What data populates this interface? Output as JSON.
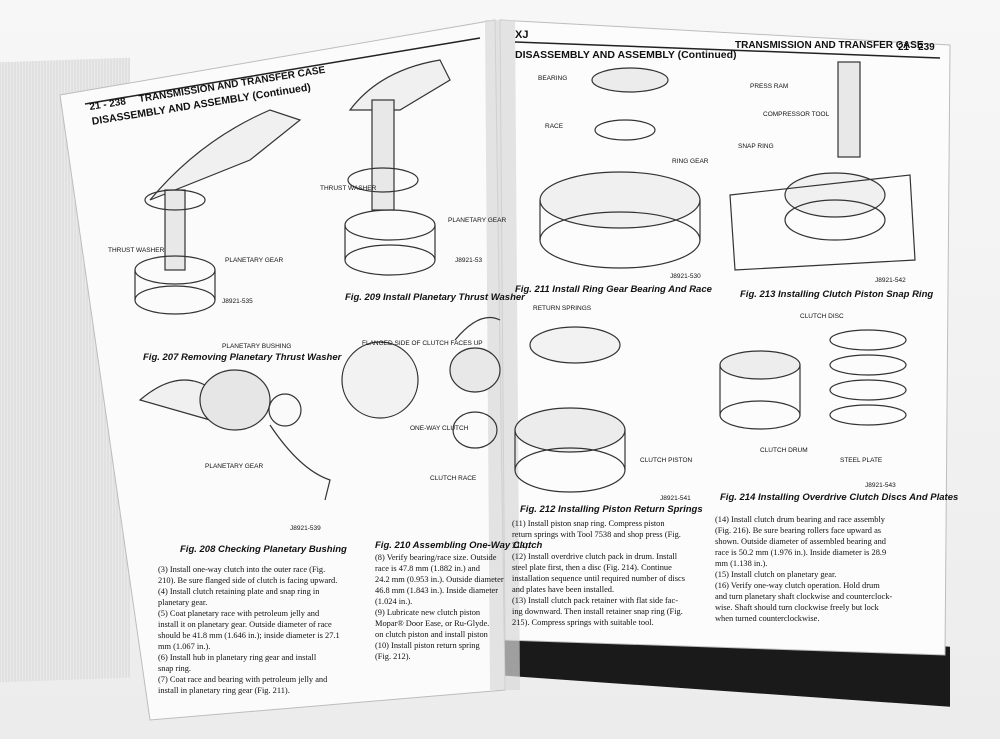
{
  "left_page": {
    "page_number": "21 - 238",
    "running_head": "TRANSMISSION AND TRANSFER CASE",
    "section_head": "DISASSEMBLY AND ASSEMBLY (Continued)",
    "figures": [
      {
        "caption": "Fig. 207 Removing Planetary Thrust Washer",
        "code": "J8921-535",
        "labels": [
          "THRUST WASHER",
          "PLANETARY GEAR"
        ]
      },
      {
        "caption": "Fig. 208 Checking Planetary Bushing",
        "code": "J8921-539",
        "labels": [
          "PLANETARY BUSHING",
          "PLANETARY GEAR"
        ]
      },
      {
        "caption": "Fig. 209 Install Planetary Thrust Washer",
        "code": "J8921-53",
        "labels": [
          "THRUST WASHER",
          "PLANETARY GEAR"
        ]
      },
      {
        "caption": "Fig. 210 Assembling One-Way Clutch",
        "code": "",
        "labels": [
          "FLANGED SIDE OF CLUTCH FACES UP",
          "ONE-WAY CLUTCH",
          "CLUTCH RACE"
        ]
      }
    ],
    "body_col1": [
      "(3) Install one-way clutch into the outer race (Fig.",
      "210). Be sure flanged side of clutch is facing upward.",
      "(4) Install clutch retaining plate and snap ring in",
      "planetary gear.",
      "(5) Coat planetary race with petroleum jelly and",
      "install it on planetary gear. Outside diameter of race",
      "should be 41.8 mm (1.646 in.); inside diameter is 27.1",
      "mm (1.067 in.).",
      "(6) Install hub in planetary ring gear and install",
      "snap ring.",
      "(7) Coat race and bearing with petroleum jelly and",
      "install in planetary ring gear (Fig. 211)."
    ],
    "body_col2": [
      "(8) Verify bearing/race size. Outside",
      "race is 47.8 mm (1.882 in.) and",
      "24.2 mm (0.953 in.). Outside diameter",
      "46.8 mm (1.843 in.). Inside diameter",
      "(1.024 in.).",
      "(9) Lubricate new clutch piston",
      "Mopar® Door Ease, or Ru-Glyde.",
      "on clutch piston and install piston",
      "(10) Install piston return spring",
      "(Fig. 212)."
    ]
  },
  "right_page": {
    "page_tag": "XJ",
    "running_head": "TRANSMISSION AND TRANSFER CASE",
    "page_number": "21 - 239",
    "section_head": "DISASSEMBLY AND ASSEMBLY (Continued)",
    "figures": [
      {
        "caption": "Fig. 211 Install Ring Gear Bearing And Race",
        "code": "J8921-530",
        "labels": [
          "BEARING",
          "RACE",
          "RING GEAR"
        ]
      },
      {
        "caption": "Fig. 212 Installing Piston Return Springs",
        "code": "J8921-541",
        "labels": [
          "RETURN SPRINGS",
          "CLUTCH PISTON"
        ]
      },
      {
        "caption": "Fig. 213 Installing Clutch Piston Snap Ring",
        "code": "J8921-542",
        "labels": [
          "PRESS RAM",
          "COMPRESSOR TOOL",
          "SNAP RING"
        ]
      },
      {
        "caption": "Fig. 214 Installing Overdrive Clutch Discs And Plates",
        "code": "J8921-543",
        "labels": [
          "CLUTCH DISC",
          "CLUTCH DRUM",
          "STEEL PLATE"
        ]
      }
    ],
    "body_col1": [
      "(11) Install piston snap ring. Compress piston",
      "return springs with Tool 7538 and shop press (Fig.",
      "213).",
      "(12) Install overdrive clutch pack in drum. Install",
      "steel plate first, then a disc (Fig. 214). Continue",
      "installation sequence until required number of discs",
      "and plates have been installed.",
      "(13) Install clutch pack retainer with flat side fac-",
      "ing downward. Then install retainer snap ring (Fig.",
      "215). Compress springs with suitable tool."
    ],
    "body_col2": [
      "(14) Install clutch drum bearing and race assembly",
      "(Fig. 216). Be sure bearing rollers face upward as",
      "shown. Outside diameter of assembled bearing and",
      "race is 50.2 mm (1.976 in.). Inside diameter is 28.9",
      "mm (1.138 in.).",
      "(15) Install clutch on planetary gear.",
      "(16) Verify one-way clutch operation. Hold drum",
      "and turn planetary shaft clockwise and counterclock-",
      "wise. Shaft should turn clockwise freely but lock",
      "when turned counterclockwise."
    ]
  }
}
